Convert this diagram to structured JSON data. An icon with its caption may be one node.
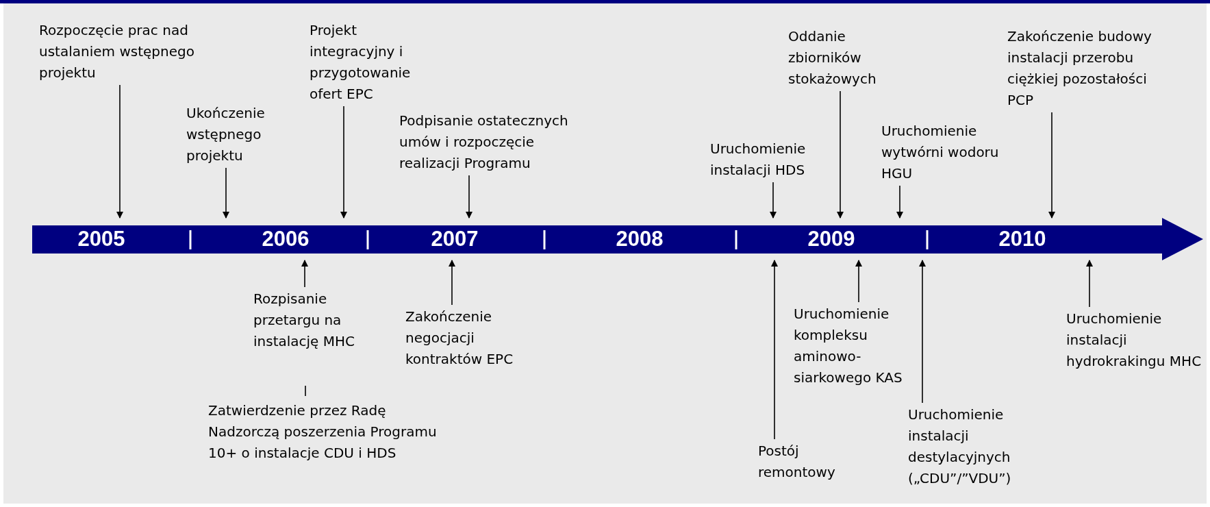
{
  "diagram": {
    "nodes": [
      {
        "text": [
          "2005",
          "2006",
          "2007",
          "2008",
          "2009",
          "2010"
        ]
      },
      {
        "text": [
          "Rozpoczęcie prac nad ustalaniem wstępnego projektu"
        ]
      },
      {
        "text": [
          "Ukończenie wstępnego projektu"
        ]
      },
      {
        "text": [
          "Projekt integracyjny i przygotowanie ofert EPC"
        ]
      },
      {
        "text": [
          "Podpisanie ostatecznych umów i rozpoczęcie realizacji Programu"
        ]
      },
      {
        "text": [
          "Uruchomienie instalacji HDS"
        ]
      },
      {
        "text": [
          "Oddanie zbiorników stokażowych"
        ]
      },
      {
        "text": [
          "Uruchomienie wytwórni wodoru HGU"
        ]
      },
      {
        "text": [
          "Zakończenie budowy instalacji przerobu ciężkiej pozostałości PCP"
        ]
      },
      {
        "text": [
          "Rozpisanie przetargu na instalację MHC"
        ]
      },
      {
        "text": [
          "Zakończenie negocjacji kontraktów EPC"
        ]
      },
      {
        "text": [
          "Zatwierdzenie przez Radę Nadzorczą poszerzenia Programu 10+ o instalacje CDU i HDS"
        ]
      },
      {
        "text": [
          "Postój remontowy"
        ]
      },
      {
        "text": [
          "Uruchomienie kompleksu aminowo-siarkowego KAS"
        ]
      },
      {
        "text": [
          "Uruchomienie instalacji destylacyjnych („CDU”/”VDU”)"
        ]
      },
      {
        "text": [
          "Uruchomienie instalacji hydrokrakingu MHC"
        ]
      }
    ],
    "edges": [
      {
        "from": 1,
        "to": 0,
        "arrow": "to"
      },
      {
        "from": 2,
        "to": 0,
        "arrow": "to"
      },
      {
        "from": 3,
        "to": 0,
        "arrow": "to"
      },
      {
        "from": 4,
        "to": 0,
        "arrow": "to"
      },
      {
        "from": 5,
        "to": 0,
        "arrow": "to"
      },
      {
        "from": 6,
        "to": 0,
        "arrow": "to"
      },
      {
        "from": 7,
        "to": 0,
        "arrow": "to"
      },
      {
        "from": 8,
        "to": 0,
        "arrow": "to"
      },
      {
        "from": 9,
        "to": 0,
        "arrow": "to"
      },
      {
        "from": 10,
        "to": 0,
        "arrow": "to"
      },
      {
        "from": 11,
        "to": null,
        "arrow": "none"
      },
      {
        "from": 12,
        "to": 0,
        "arrow": "to"
      },
      {
        "from": 13,
        "to": 0,
        "arrow": "to"
      },
      {
        "from": 14,
        "to": 0,
        "arrow": "to"
      },
      {
        "from": 15,
        "to": 0,
        "arrow": "to"
      }
    ]
  }
}
